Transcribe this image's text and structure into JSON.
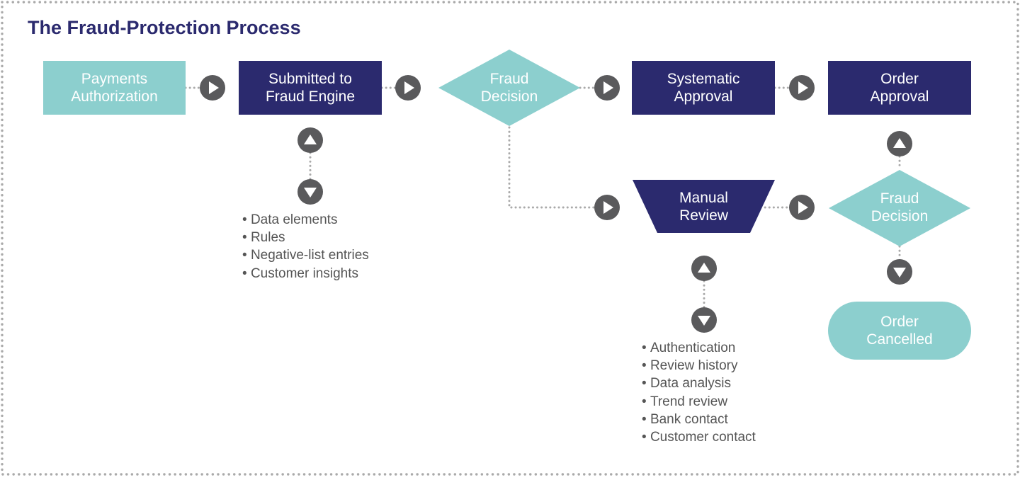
{
  "title": "The Fraud-Protection Process",
  "colors": {
    "teal": "#8ccfce",
    "navy": "#2b2a6e",
    "connector": "#5a5a5c",
    "dots": "#aaaaaa",
    "text_gray": "#555555"
  },
  "nodes": {
    "payments_authorization": {
      "label": "Payments\nAuthorization",
      "shape": "rectangle",
      "color": "teal"
    },
    "submitted_fraud_engine": {
      "label": "Submitted to\nFraud Engine",
      "shape": "rectangle",
      "color": "navy"
    },
    "fraud_decision_1": {
      "label": "Fraud\nDecision",
      "shape": "diamond",
      "color": "teal"
    },
    "systematic_approval": {
      "label": "Systematic\nApproval",
      "shape": "rectangle",
      "color": "navy"
    },
    "order_approval": {
      "label": "Order\nApproval",
      "shape": "rectangle",
      "color": "navy"
    },
    "manual_review": {
      "label": "Manual\nReview",
      "shape": "trapezoid",
      "color": "navy"
    },
    "fraud_decision_2": {
      "label": "Fraud\nDecision",
      "shape": "diamond",
      "color": "teal"
    },
    "order_cancelled": {
      "label": "Order\nCancelled",
      "shape": "rounded-pill",
      "color": "teal"
    }
  },
  "fraud_engine_inputs": [
    "Data elements",
    "Rules",
    "Negative-list entries",
    "Customer insights"
  ],
  "manual_review_activities": [
    "Authentication",
    "Review history",
    "Data analysis",
    "Trend review",
    "Bank contact",
    "Customer contact"
  ],
  "connectors": [
    {
      "from": "payments_authorization",
      "to": "submitted_fraud_engine",
      "icon": "play-right-icon"
    },
    {
      "from": "submitted_fraud_engine",
      "to": "fraud_decision_1",
      "icon": "play-right-icon"
    },
    {
      "from": "fraud_decision_1",
      "to": "systematic_approval",
      "icon": "play-right-icon"
    },
    {
      "from": "systematic_approval",
      "to": "order_approval",
      "icon": "play-right-icon"
    },
    {
      "from": "fraud_decision_1",
      "to": "manual_review",
      "icon": "play-right-icon"
    },
    {
      "from": "manual_review",
      "to": "fraud_decision_2",
      "icon": "play-right-icon"
    },
    {
      "from": "fraud_decision_2",
      "to": "order_approval",
      "icon": "play-up-icon"
    },
    {
      "from": "fraud_decision_2",
      "to": "order_cancelled",
      "icon": "play-down-icon"
    },
    {
      "from": "submitted_fraud_engine",
      "to": "fraud_engine_inputs",
      "icon": "up-down-exchange-icon"
    },
    {
      "from": "manual_review",
      "to": "manual_review_activities",
      "icon": "up-down-exchange-icon"
    }
  ]
}
